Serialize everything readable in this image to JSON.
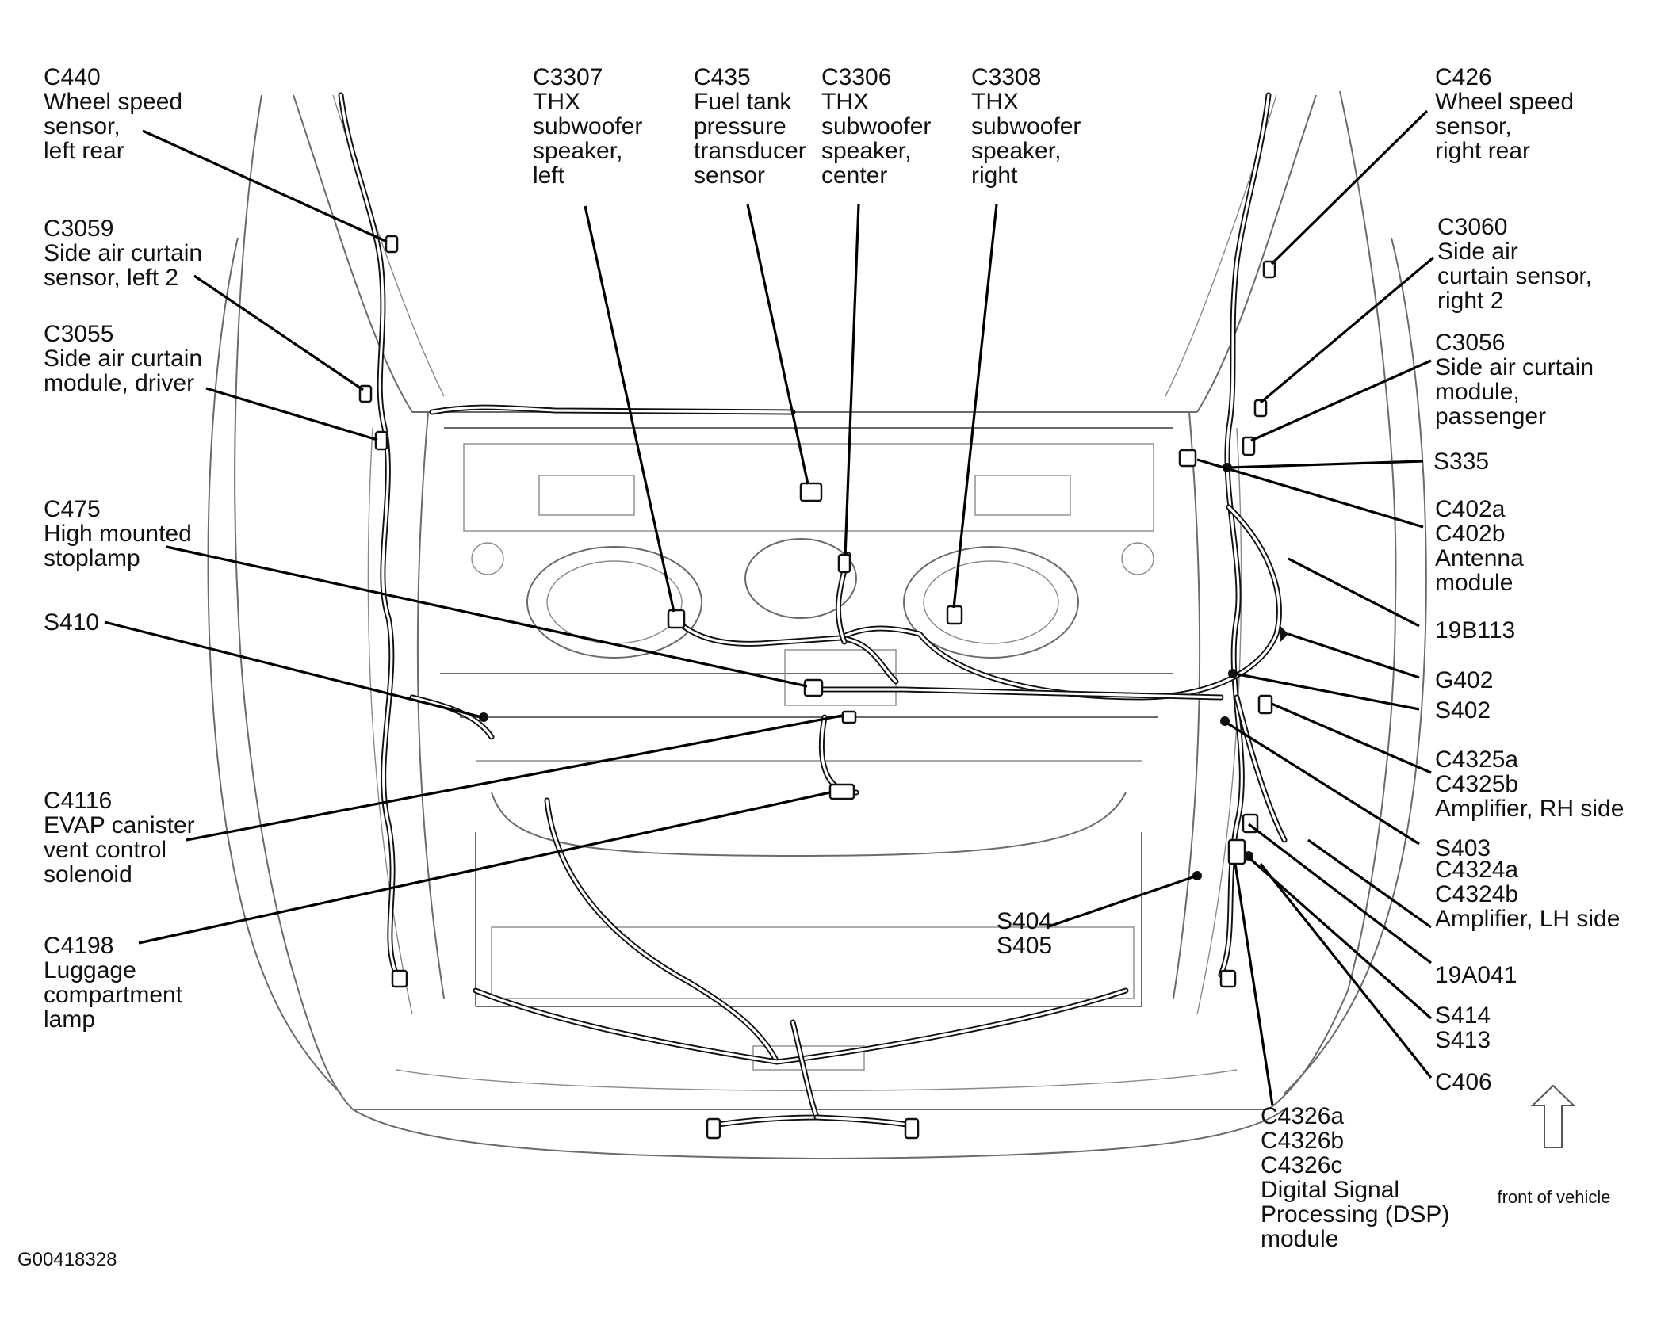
{
  "diagram": {
    "figure_id": "G00418328",
    "orientation_label": "front of vehicle",
    "labels": {
      "c440": [
        "C440",
        "Wheel speed",
        "sensor,",
        "left rear"
      ],
      "c3059": [
        "C3059",
        "Side air curtain",
        "sensor, left 2"
      ],
      "c3055": [
        "C3055",
        "Side air curtain",
        "module, driver"
      ],
      "c475": [
        "C475",
        "High mounted",
        "stoplamp"
      ],
      "s410": [
        "S410"
      ],
      "c4116": [
        "C4116",
        "EVAP canister",
        "vent control",
        "solenoid"
      ],
      "c4198": [
        "C4198",
        "Luggage",
        "compartment",
        "lamp"
      ],
      "c3307": [
        "C3307",
        "THX",
        "subwoofer",
        "speaker,",
        "left"
      ],
      "c435": [
        "C435",
        "Fuel tank",
        "pressure",
        "transducer",
        "sensor"
      ],
      "c3306": [
        "C3306",
        "THX",
        "subwoofer",
        "speaker,",
        "center"
      ],
      "c3308": [
        "C3308",
        "THX",
        "subwoofer",
        "speaker,",
        "right"
      ],
      "c426": [
        "C426",
        "Wheel speed",
        "sensor,",
        "right rear"
      ],
      "c3060": [
        "C3060",
        "Side air",
        "curtain sensor,",
        "right 2"
      ],
      "c3056": [
        "C3056",
        "Side air curtain",
        "module,",
        "passenger"
      ],
      "s335": [
        "S335"
      ],
      "c402": [
        "C402a",
        "C402b",
        "Antenna",
        "module"
      ],
      "19b113": [
        "19B113"
      ],
      "g402": [
        "G402"
      ],
      "s402": [
        "S402"
      ],
      "c4325": [
        "C4325a",
        "C4325b",
        "Amplifier, RH side"
      ],
      "s403": [
        "S403"
      ],
      "c4324": [
        "C4324a",
        "C4324b",
        "Amplifier, LH side"
      ],
      "19a041": [
        "19A041"
      ],
      "s414": [
        "S414",
        "S413"
      ],
      "c406": [
        "C406"
      ],
      "s404": [
        "S404",
        "S405"
      ],
      "c4326": [
        "C4326a",
        "C4326b",
        "C4326c",
        "Digital Signal",
        "Processing (DSP)",
        "module"
      ]
    }
  }
}
